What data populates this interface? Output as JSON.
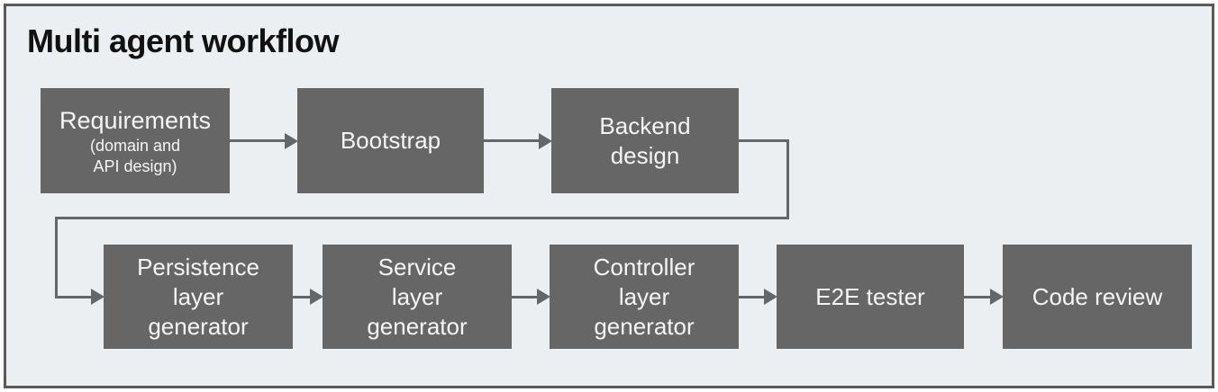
{
  "diagram": {
    "title": "Multi agent workflow",
    "nodes": [
      {
        "id": "requirements",
        "label": "Requirements (domain and API design)",
        "lines": [
          "Requirements"
        ],
        "sub_lines": [
          "(domain and",
          "API design)"
        ]
      },
      {
        "id": "bootstrap",
        "label": "Bootstrap",
        "lines": [
          "Bootstrap"
        ]
      },
      {
        "id": "backend-design",
        "label": "Backend design",
        "lines": [
          "Backend",
          "design"
        ]
      },
      {
        "id": "persistence-layer-generator",
        "label": "Persistence layer generator",
        "lines": [
          "Persistence",
          "layer",
          "generator"
        ]
      },
      {
        "id": "service-layer-generator",
        "label": "Service layer generator",
        "lines": [
          "Service",
          "layer",
          "generator"
        ]
      },
      {
        "id": "controller-layer-generator",
        "label": "Controller layer generator",
        "lines": [
          "Controller",
          "layer",
          "generator"
        ]
      },
      {
        "id": "e2e-tester",
        "label": "E2E tester",
        "lines": [
          "E2E tester"
        ]
      },
      {
        "id": "code-review",
        "label": "Code review",
        "lines": [
          "Code review"
        ]
      }
    ],
    "edges": [
      {
        "from": "requirements",
        "to": "bootstrap"
      },
      {
        "from": "bootstrap",
        "to": "backend-design"
      },
      {
        "from": "backend-design",
        "to": "persistence-layer-generator"
      },
      {
        "from": "persistence-layer-generator",
        "to": "service-layer-generator"
      },
      {
        "from": "service-layer-generator",
        "to": "controller-layer-generator"
      },
      {
        "from": "controller-layer-generator",
        "to": "e2e-tester"
      },
      {
        "from": "e2e-tester",
        "to": "code-review"
      }
    ]
  },
  "colors": {
    "page_bg": "#ffffff",
    "canvas_bg": "#eceff1",
    "frame_border": "#58595b",
    "node_fill": "#666666",
    "node_text": "#f5f5f5",
    "line": "#64676a",
    "title_text": "#111111"
  }
}
